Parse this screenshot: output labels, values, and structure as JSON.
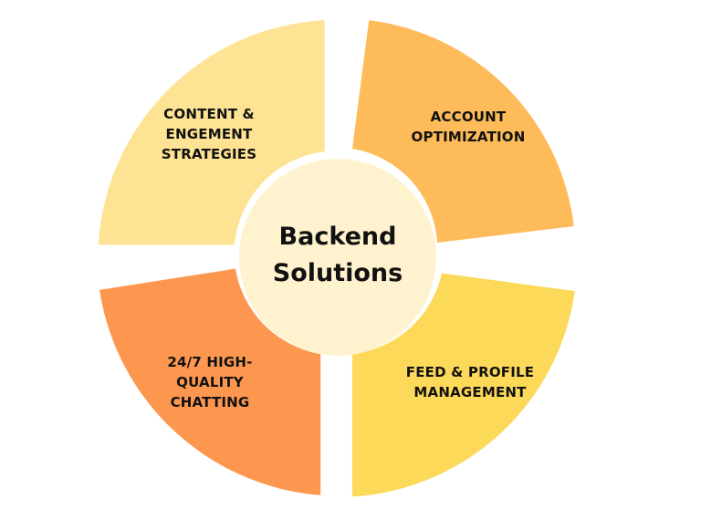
{
  "diagram": {
    "center": {
      "lines": [
        "Backend",
        "Solutions"
      ],
      "fill": "#FFF3CF"
    },
    "segments": [
      {
        "id": "content",
        "lines": [
          "CONTENT &",
          "ENGEMENT",
          "STRATEGIES"
        ],
        "color": "#FDE393"
      },
      {
        "id": "account",
        "lines": [
          "ACCOUNT",
          "OPTIMIZATION"
        ],
        "color": "#FDBB5A"
      },
      {
        "id": "feed",
        "lines": [
          "FEED & PROFILE",
          "MANAGEMENT"
        ],
        "color": "#FDD95A"
      },
      {
        "id": "chatting",
        "lines": [
          "24/7 HIGH-",
          "QUALITY",
          "CHATTING"
        ],
        "color": "#FD9750"
      }
    ]
  }
}
